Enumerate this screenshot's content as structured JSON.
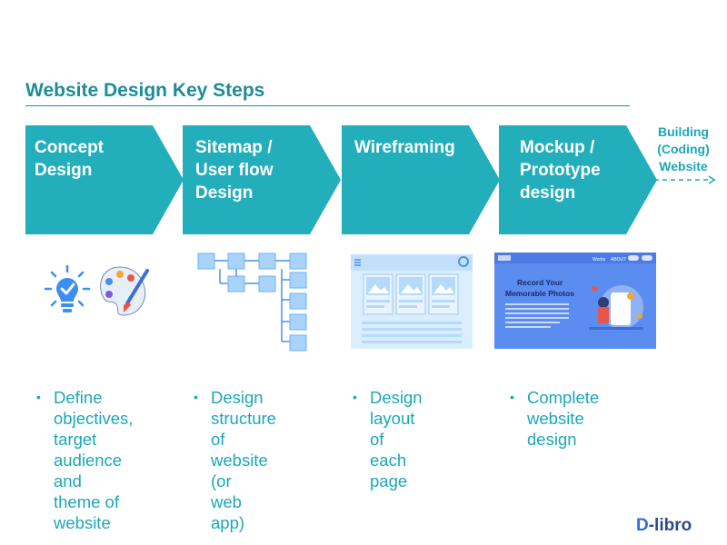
{
  "title": "Website Design Key Steps",
  "colors": {
    "accent": "#1e8c99",
    "chevron": "#22aebb",
    "text_light": "#1ba7b8",
    "mock_blue": "#5b8cf0",
    "wire_bg": "#dbeefe"
  },
  "steps": [
    {
      "label": "Concept\nDesign",
      "description": "Define\nobjectives,\ntarget audience\nand theme of\nwebsite",
      "icon": "lightbulb-palette-icon"
    },
    {
      "label": "Sitemap /\nUser flow\nDesign",
      "description": "Design\nstructure of\nwebsite (or\nweb app)",
      "icon": "sitemap-flow-icon"
    },
    {
      "label": "Wireframing",
      "description": "Design layout\nof each page",
      "icon": "wireframe-icon"
    },
    {
      "label": "Mockup /\nPrototype\ndesign",
      "description": "Complete\nwebsite design",
      "icon": "mockup-icon"
    }
  ],
  "final_step": "Building\n(Coding)\nWebsite",
  "mockup": {
    "headline": "Record Your\nMemorable Photos",
    "nav": [
      "Works",
      "ABOUT"
    ]
  },
  "bullet_char": "•",
  "logo": {
    "d": "D",
    "rest": "-libro"
  }
}
